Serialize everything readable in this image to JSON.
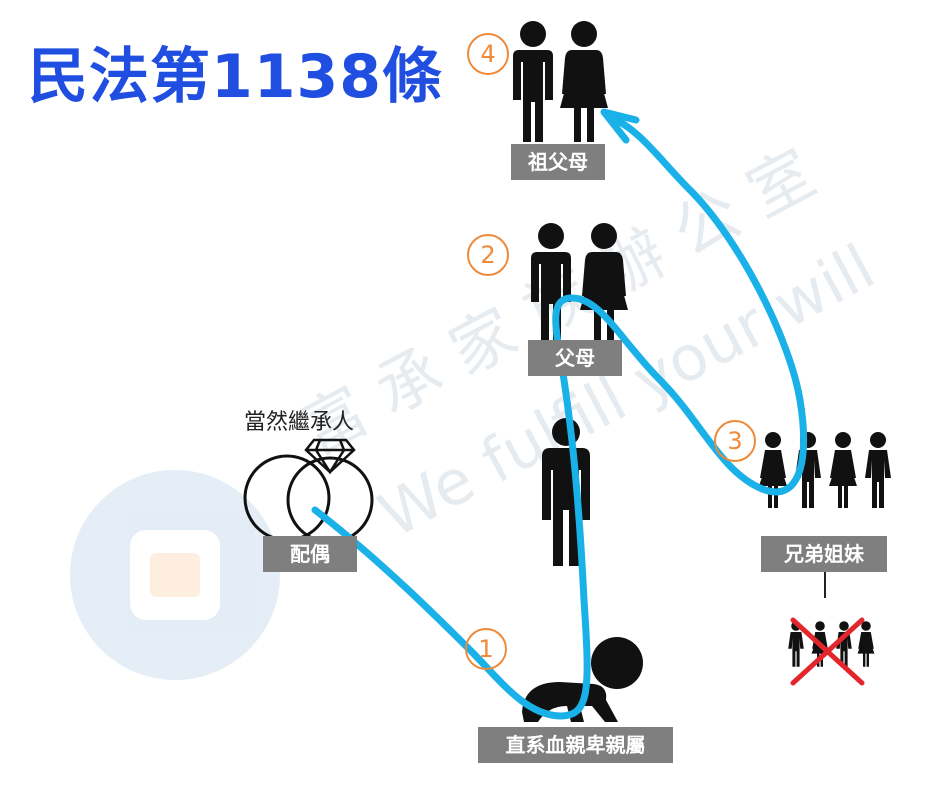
{
  "title": "民法第1138條",
  "nodes": {
    "grandparents": {
      "label": "祖父母",
      "order": "4"
    },
    "parents": {
      "label": "父母",
      "order": "2"
    },
    "siblings": {
      "label": "兄弟姐妹",
      "order": "3"
    },
    "descendants": {
      "label": "直系血親卑親屬",
      "order": "1"
    },
    "spouse": {
      "label": "配偶",
      "note": "當然繼承人"
    }
  },
  "colors": {
    "title": "#1f4ee0",
    "arrow": "#1ab0e8",
    "badge": "#ee8a3a",
    "label_bg": "#7f7f7f",
    "cross": "#e3262b"
  },
  "watermark": {
    "line1": "富 承 家 族 辦 公 室",
    "line2": "We fulfill your will"
  }
}
